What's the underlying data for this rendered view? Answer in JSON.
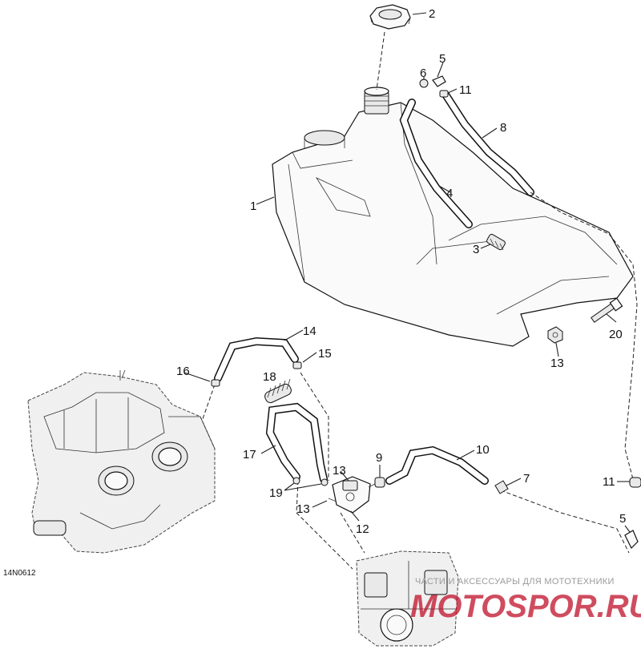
{
  "callouts": [
    "1",
    "2",
    "3",
    "4",
    "5",
    "6",
    "7",
    "8",
    "9",
    "10",
    "11",
    "12",
    "13",
    "14",
    "15",
    "16",
    "17",
    "18",
    "19",
    "20"
  ],
  "callouts_repeat": {
    "five_lower": "5",
    "eleven_lower": "11",
    "thirteen_mid": "13",
    "thirteen_low": "13",
    "thirteen_tank": "13"
  },
  "diagram_code": "14N0612",
  "watermark": {
    "tagline": "ЧАСТИ И АКСЕССУАРЫ ДЛЯ МОТОТЕХНИКИ",
    "brand_logo": "MOTOSPOR.RU"
  },
  "colors": {
    "line": "#111111",
    "watermark_red": "#c0112a",
    "watermark_grey": "#9a9a9a"
  }
}
